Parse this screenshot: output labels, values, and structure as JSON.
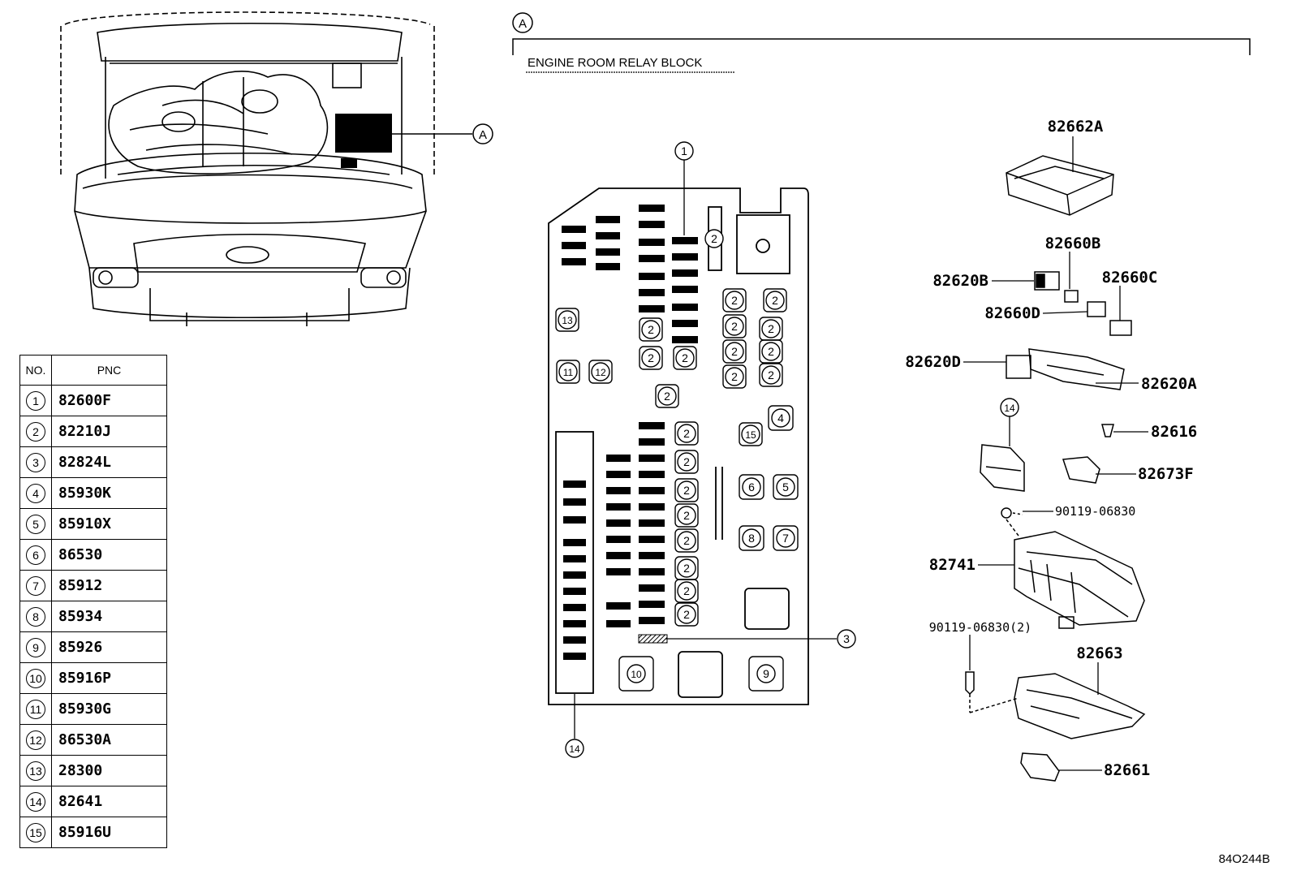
{
  "section_label": "ENGINE ROOM RELAY BLOCK",
  "view_marker": "A",
  "figure_code": "84O244B",
  "table": {
    "header_no": "NO.",
    "header_pnc": "PNC",
    "rows": [
      {
        "no": "1",
        "pnc": "82600F"
      },
      {
        "no": "2",
        "pnc": "82210J"
      },
      {
        "no": "3",
        "pnc": "82824L"
      },
      {
        "no": "4",
        "pnc": "85930K"
      },
      {
        "no": "5",
        "pnc": "85910X"
      },
      {
        "no": "6",
        "pnc": "86530"
      },
      {
        "no": "7",
        "pnc": "85912"
      },
      {
        "no": "8",
        "pnc": "85934"
      },
      {
        "no": "9",
        "pnc": "85926"
      },
      {
        "no": "10",
        "pnc": "85916P"
      },
      {
        "no": "11",
        "pnc": "85930G"
      },
      {
        "no": "12",
        "pnc": "86530A"
      },
      {
        "no": "13",
        "pnc": "28300"
      },
      {
        "no": "14",
        "pnc": "82641"
      },
      {
        "no": "15",
        "pnc": "85916U"
      }
    ]
  },
  "callouts": {
    "c1": "1",
    "c2": "2",
    "c3": "3",
    "c4": "4",
    "c5": "5",
    "c6": "6",
    "c7": "7",
    "c8": "8",
    "c9": "9",
    "c10": "10",
    "c11": "11",
    "c12": "12",
    "c13": "13",
    "c14": "14",
    "c15": "15"
  },
  "part_labels": {
    "p82662A": "82662A",
    "p82660B": "82660B",
    "p82620B": "82620B",
    "p82660C": "82660C",
    "p82660D": "82660D",
    "p82620D": "82620D",
    "p82620A": "82620A",
    "p82616": "82616",
    "p82673F": "82673F",
    "p90119a": "90119-06830",
    "p82741": "82741",
    "p90119b": "90119-06830(2)",
    "p82663": "82663",
    "p82661": "82661"
  }
}
